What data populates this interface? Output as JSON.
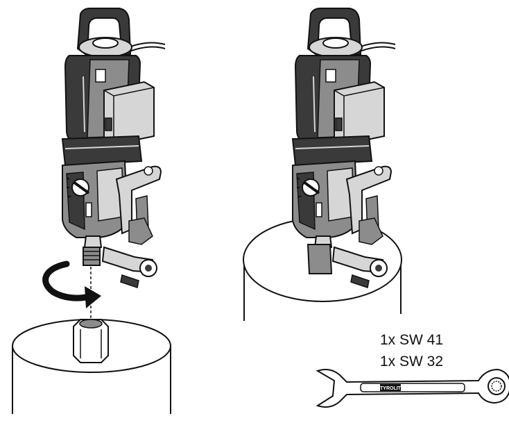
{
  "instructions": {
    "wrench_line_1": "1x SW 41",
    "wrench_line_2": "1x SW 32"
  },
  "wrench_brand": "TYROLIT",
  "colors": {
    "line": "#111111",
    "body_dark": "#3a3a3a",
    "body_mid": "#8c8c8c",
    "body_light": "#d6d6d6",
    "background": "#ffffff"
  },
  "icons": [
    "rotate-arrow-icon",
    "wrench-icon"
  ]
}
